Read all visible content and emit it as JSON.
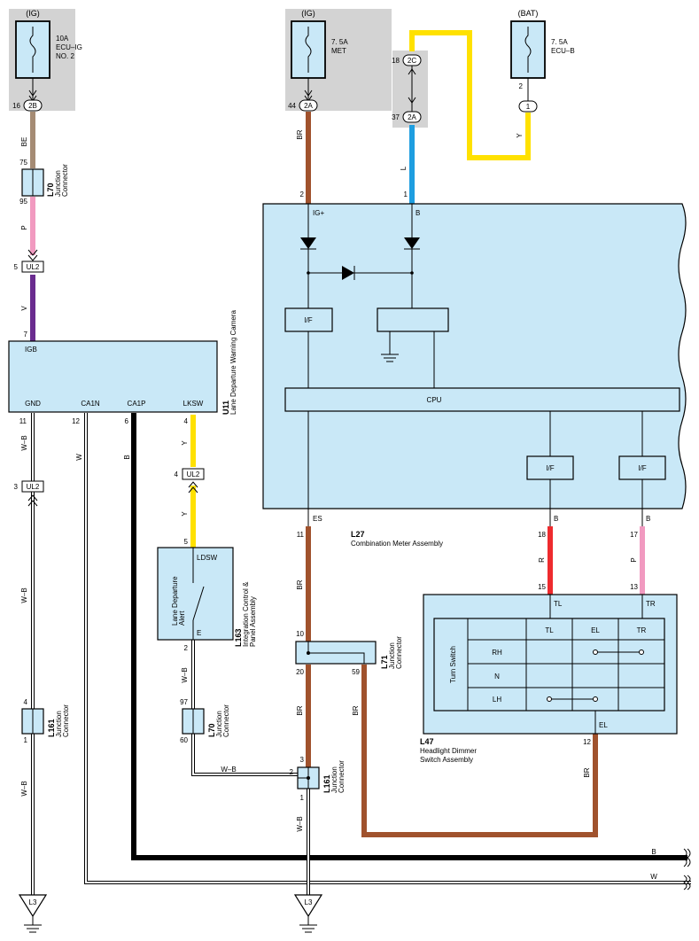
{
  "fuses": {
    "ig_left": {
      "power": "(IG)",
      "rating": "10A",
      "name1": "ECU–IG",
      "name2": "NO. 2",
      "pin": "16",
      "conn": "2B"
    },
    "ig_mid": {
      "power": "(IG)",
      "rating": "7. 5A",
      "name1": "MET",
      "pin": "44",
      "conn": "2A"
    },
    "bat": {
      "power": "(BAT)",
      "rating": "7. 5A",
      "name1": "ECU–B",
      "pin": "2",
      "conn": "1"
    },
    "relay_conn": {
      "pin_top": "18",
      "conn_top": "2C",
      "pin_bottom": "37",
      "conn_bottom": "2A"
    }
  },
  "wire_colors": {
    "be": "BE",
    "p": "P",
    "v": "V",
    "wb": "W–B",
    "w": "W",
    "b": "B",
    "y": "Y",
    "br": "BR",
    "l": "L",
    "r": "R"
  },
  "pins": {
    "p75": "75",
    "p95": "95",
    "p5": "5",
    "p7": "7",
    "p11": "11",
    "p12": "12",
    "p6": "6",
    "p4": "4",
    "p3": "3",
    "p1": "1",
    "p2": "2",
    "p97": "97",
    "p60": "60",
    "p10": "10",
    "p20": "20",
    "p59": "59",
    "p18": "18",
    "p17": "17",
    "p15": "15",
    "p13": "13",
    "p12b": "12"
  },
  "connectors": {
    "ul2": "UL2",
    "l70": {
      "id": "L70",
      "name1": "Junction",
      "name2": "Connector"
    },
    "l161": {
      "id": "L161",
      "name1": "Junction",
      "name2": "Connector"
    },
    "l71": {
      "id": "L71",
      "name1": "Junction",
      "name2": "Connector"
    }
  },
  "camera": {
    "id": "U11",
    "name": "Lane Departure Warning Camera",
    "igb": "IGB",
    "gnd": "GND",
    "ca1n": "CA1N",
    "ca1p": "CA1P",
    "lksw": "LKSW"
  },
  "switch_panel": {
    "id": "L163",
    "name1": "Integration Control &",
    "name2": "Panel Assembly",
    "ldsw": "LDSW",
    "sw1": "Lane Departure",
    "sw2": "Alert",
    "e": "E"
  },
  "meter": {
    "id": "L27",
    "name": "Combination Meter Assembly",
    "igplus": "IG+",
    "b": "B",
    "if": "I/F",
    "cpu": "CPU",
    "es": "ES"
  },
  "dimmer": {
    "id": "L47",
    "name1": "Headlight Dimmer",
    "name2": "Switch Assembly",
    "tl": "TL",
    "tr": "TR",
    "el": "EL",
    "turn": "Turn Switch",
    "cols": [
      "TL",
      "EL",
      "TR"
    ],
    "rows": [
      "RH",
      "N",
      "LH"
    ]
  },
  "grounds": {
    "left": "L3",
    "mid": "L3"
  }
}
